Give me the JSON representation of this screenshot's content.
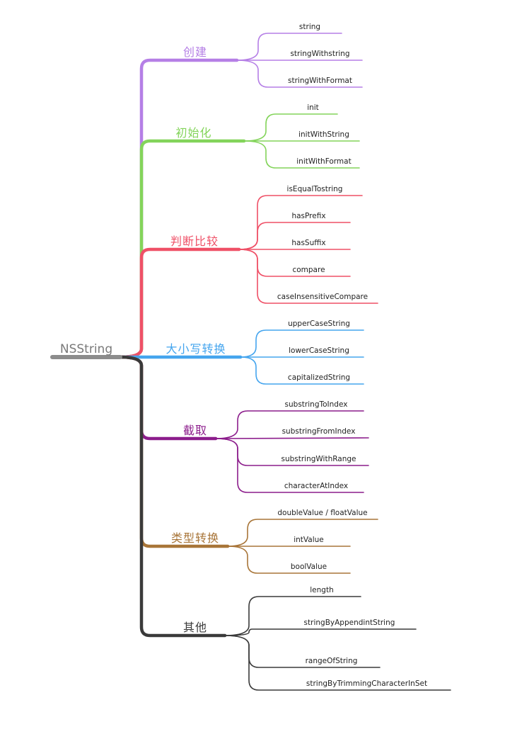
{
  "root": {
    "label": "NSString",
    "color": "#8c8c8c"
  },
  "branches": [
    {
      "label": "创建",
      "color": "#b57fe6",
      "items": [
        "string",
        "stringWithstring",
        "stringWithFormat"
      ]
    },
    {
      "label": "初始化",
      "color": "#83d45a",
      "items": [
        "init",
        "initWithString",
        "initWithFormat"
      ]
    },
    {
      "label": "判断比较",
      "color": "#ef5067",
      "items": [
        "isEqualTostring",
        "hasPrefix",
        "hasSuffix",
        "compare",
        "caseInsensitiveCompare"
      ]
    },
    {
      "label": "大小写转换",
      "color": "#45a5ee",
      "items": [
        "upperCaseString",
        "lowerCaseString",
        "capitalizedString"
      ]
    },
    {
      "label": "截取",
      "color": "#8c1d8c",
      "items": [
        "substringToIndex",
        "substringFromIndex",
        "substringWithRange",
        "characterAtIndex"
      ]
    },
    {
      "label": "类型转换",
      "color": "#a87538",
      "items": [
        "doubleValue / floatValue",
        "intValue",
        "boolValue"
      ]
    },
    {
      "label": "其他",
      "color": "#3a3a3a",
      "items": [
        "length",
        "stringByAppendintString",
        "rangeOfString",
        "stringByTrimmingCharacterInSet"
      ]
    }
  ]
}
